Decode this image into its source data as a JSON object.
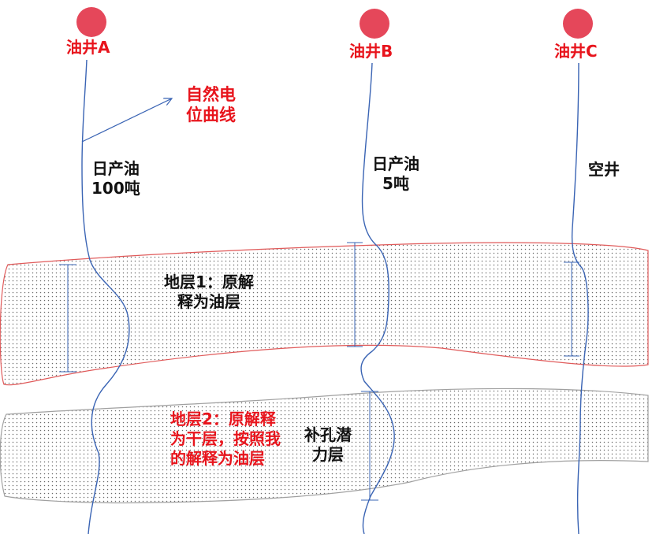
{
  "wells": [
    {
      "id": "A",
      "label": "油井A",
      "production_line1": "日产油",
      "production_line2": "100吨"
    },
    {
      "id": "B",
      "label": "油井B",
      "production_line1": "日产油",
      "production_line2": "5吨"
    },
    {
      "id": "C",
      "label": "油井C",
      "production_line1": "空井",
      "production_line2": ""
    }
  ],
  "sp_curve_annotation": {
    "line1": "自然电",
    "line2": "位曲线"
  },
  "layer1": {
    "line1": "地层1：原解",
    "line2": "释为油层"
  },
  "layer2": {
    "line1": "地层2：原解释",
    "line2": "为干层，按照我",
    "line3": "的解释为油层"
  },
  "layer2_side_note": {
    "line1": "补孔潜",
    "line2": "力层"
  },
  "colors": {
    "well_marker": "#e5475a",
    "red_text": "#e8141c",
    "curve": "#3a64b4",
    "layer1_border": "#e05a5a",
    "layer2_border": "#a0a0a0",
    "dots": "#6a6a6a"
  }
}
